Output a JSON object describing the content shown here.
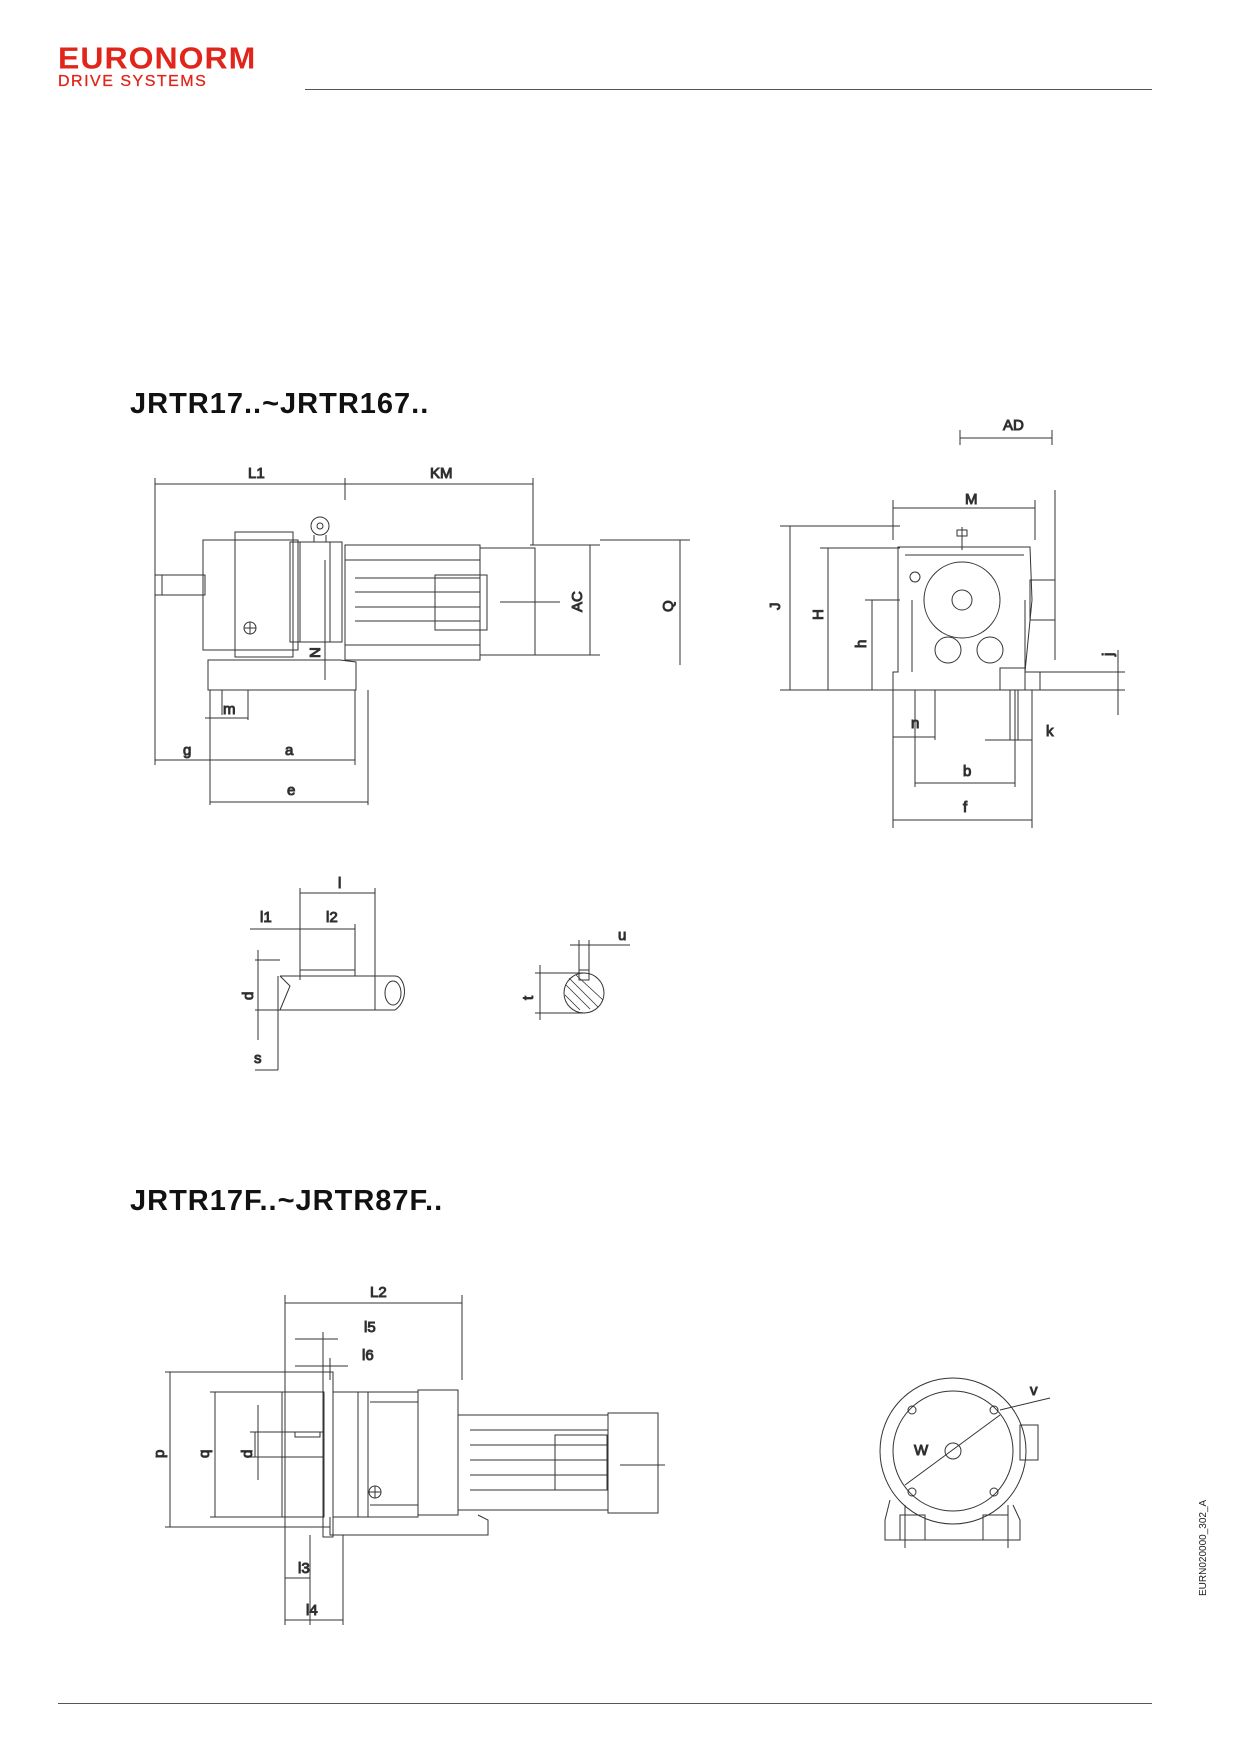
{
  "brand": {
    "name": "EURONORM",
    "tagline": "DRIVE SYSTEMS",
    "color": "#e1251b"
  },
  "sections": [
    {
      "title": "JRTR17..~JRTR167.."
    },
    {
      "title": "JRTR17F..~JRTR87F.."
    }
  ],
  "doc_code": "EURN020000_302_A",
  "labels": {
    "L1": "L1",
    "KM": "KM",
    "AC": "AC",
    "Q": "Q",
    "N": "N",
    "m": "m",
    "g": "g",
    "a": "a",
    "e": "e",
    "AD": "AD",
    "M": "M",
    "J": "J",
    "H": "H",
    "h": "h",
    "j": "j",
    "n": "n",
    "k": "k",
    "b": "b",
    "f": "f",
    "l": "l",
    "l1": "l1",
    "l2": "l2",
    "d": "d",
    "s": "s",
    "u": "u",
    "t": "t",
    "L2": "L2",
    "l5": "l5",
    "l6": "l6",
    "p": "p",
    "q": "q",
    "d2": "d",
    "l3": "l3",
    "l4": "l4",
    "v": "v",
    "W": "W"
  }
}
